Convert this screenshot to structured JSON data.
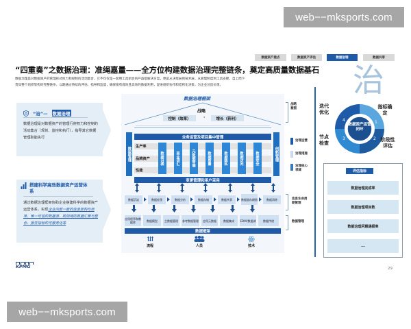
{
  "watermarks": {
    "top": "web−−mksports.com",
    "bottom": "web−−mksports.com"
  },
  "nav_tabs": [
    {
      "label": "数据资产盘点",
      "active": false
    },
    {
      "label": "数据资产评估",
      "active": false
    },
    {
      "label": "数据治理",
      "active": true
    },
    {
      "label": "数据共享",
      "active": false
    }
  ],
  "colors": {
    "brand_blue": "#1e5aa8",
    "light_blue": "#cfe0f2",
    "panel_bg": "#e4eef7"
  },
  "page": {
    "title": "“四重奏”之数据治理：准绳嘉量——全方位构建数据治理完整链条，奠定高质量数据基石",
    "description_line1": "数据治理是对数据资产的管理形式权力和控制的活动集合，它不仅仅是一套用工具组合的产品级解决方案，更是从决策层到技术层，从管理制度到工具支撑，自上而下",
    "description_line2": "贯穿整个组织架构的完整链条，以期通过持续的评估、指导和监督，确保富有成效且高效的数据利用，促进组织协作和结构化决策，为企业创造价值。",
    "big_char": "治",
    "page_number": "29",
    "logo": "KPMG"
  },
  "left_panel": {
    "box1": {
      "heading_prefix": "“治”—",
      "heading_highlight": "数据治理",
      "text": "数据治理是对数据资产的管理行使权力和控制的活动集合（规划、监控和执行），指导其它数据管理职能执行"
    },
    "box2": {
      "heading": "搭建科学高效数据资产运营体系",
      "text_plain": "通过数据治理框架协助企业搭建科学的数据资产运营体系，实现",
      "text_emphasis": "企业内部一致的信息架构与标准、唯一可信的数据源、跨领域的数据汇聚与整合、报告指标的可服务化等"
    }
  },
  "framework": {
    "title": "数据治理框架",
    "strategy": "战略",
    "control": "控制（效率）",
    "dot": "·",
    "growth": "增长（获利）",
    "ops_bar": "业务运营及项目集中管理",
    "left_vbar": "数据管理",
    "right_vbar": "创新管理",
    "rows": [
      "生产率",
      "品牌资产",
      "性能"
    ],
    "columns": [
      "数据沿袭",
      "商业词汇",
      "元数据管理",
      "数据质量",
      "数据隐私",
      "数据访问",
      "数据安全"
    ],
    "change_bar": "变更管理和用户采用",
    "lifecycle": [
      "数据沉淀",
      "数据处理",
      "数据分析",
      "数据存储",
      "数据共享",
      "数据留存期限",
      "数据消除"
    ],
    "data_mgmt": [
      "应用程序和数据库",
      "数据模型",
      "主数据管理",
      "参考数据管理",
      "应用元数据",
      "数据集成",
      "EDW/数据湖",
      "数据传递"
    ],
    "bottom_bar": "数据框架",
    "pillars": [
      {
        "icon": "process-icon",
        "label": "流程"
      },
      {
        "icon": "people-icon",
        "label": "人员"
      },
      {
        "icon": "technology-icon",
        "label": "技术"
      }
    ]
  },
  "legend": {
    "strategy_intent": "战略意图",
    "items": [
      {
        "label": "治理运营",
        "color": "#1e5aa8"
      },
      {
        "label": "治理措施",
        "color": "#c7d9ea"
      },
      {
        "label": "治理核心领域",
        "color": "#3a78b8"
      }
    ],
    "lifecycle_mgmt": "信息生命周期管理",
    "data_mgmt": "数据管理"
  },
  "cycle": {
    "center": "数据资产运营闭环",
    "steps": [
      {
        "num": "1",
        "label": "指标确定"
      },
      {
        "num": "2",
        "label": "阶段性评估"
      },
      {
        "num": "3",
        "label": "节点检查"
      },
      {
        "num": "4",
        "label": "迭代优化"
      }
    ]
  },
  "metrics": {
    "header": "评估指标",
    "items": [
      "数据治理完成率",
      "数据治理项目数",
      "数据治理问题通报率",
      "..."
    ]
  }
}
